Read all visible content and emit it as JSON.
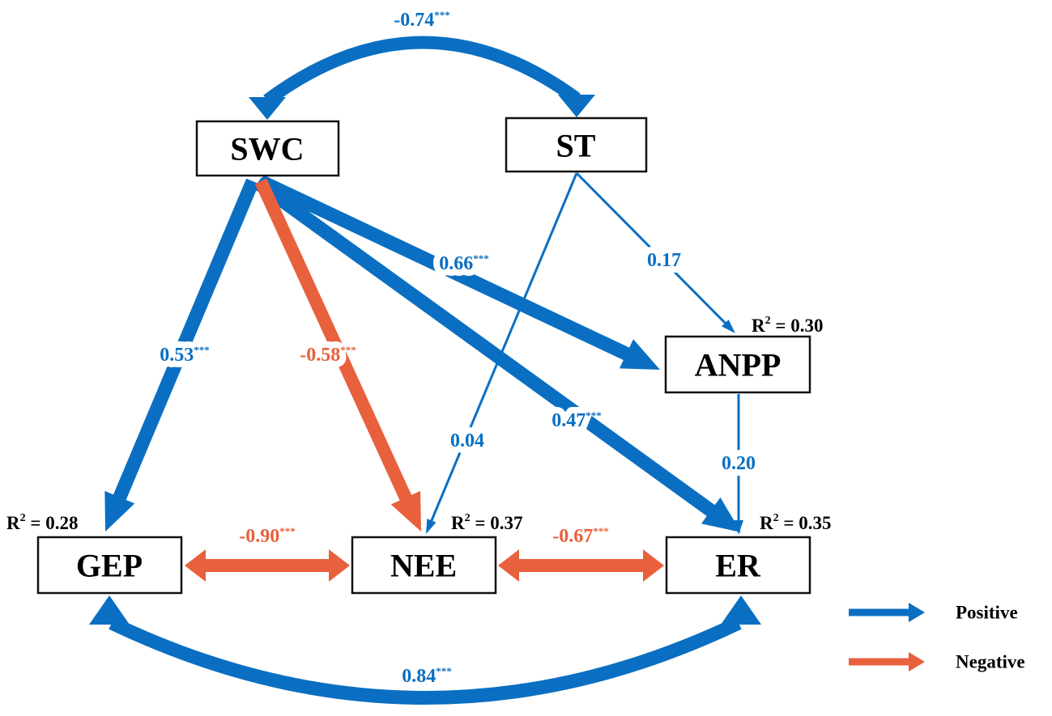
{
  "colors": {
    "positive": "#0a6fc2",
    "negative": "#e8603c"
  },
  "nodes": {
    "swc": "SWC",
    "st": "ST",
    "anpp": "ANPP",
    "gep": "GEP",
    "nee": "NEE",
    "er": "ER"
  },
  "r2": {
    "symbol": "R",
    "sup": "2",
    "anpp": " = 0.30",
    "gep": " = 0.28",
    "nee": " = 0.37",
    "er": " = 0.35"
  },
  "paths": {
    "swc_st": {
      "value": "-0.74",
      "sig": "***",
      "sign": "positive"
    },
    "swc_gep": {
      "value": "0.53",
      "sig": "***",
      "sign": "positive"
    },
    "swc_nee": {
      "value": "-0.58",
      "sig": "***",
      "sign": "negative"
    },
    "swc_anpp": {
      "value": "0.66",
      "sig": "***",
      "sign": "positive"
    },
    "swc_er": {
      "value": "0.47",
      "sig": "***",
      "sign": "positive"
    },
    "st_nee": {
      "value": "0.04",
      "sig": "",
      "sign": "positive"
    },
    "st_anpp": {
      "value": "0.17",
      "sig": "",
      "sign": "positive"
    },
    "anpp_er": {
      "value": "0.20",
      "sig": "",
      "sign": "positive"
    },
    "gep_nee": {
      "value": "-0.90",
      "sig": "***",
      "sign": "negative"
    },
    "nee_er": {
      "value": "-0.67",
      "sig": "***",
      "sign": "negative"
    },
    "gep_er": {
      "value": "0.84",
      "sig": "***",
      "sign": "positive"
    }
  },
  "legend": {
    "positive": "Positive",
    "negative": "Negative"
  }
}
